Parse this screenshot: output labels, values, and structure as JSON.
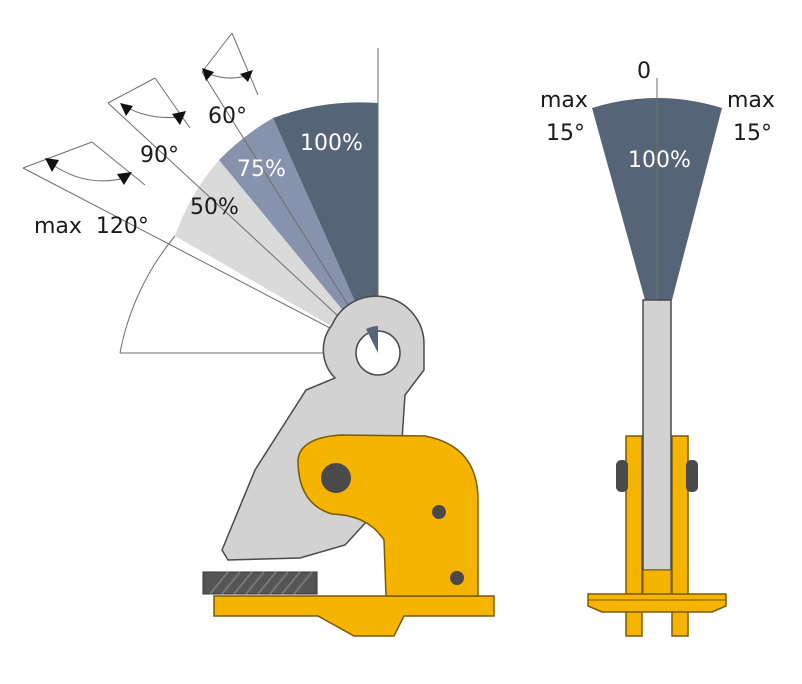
{
  "left_view": {
    "angle_labels": {
      "a60": "60°",
      "a90": "90°",
      "a120": "max  120°"
    },
    "zone_labels": {
      "z100": "100%",
      "z75": "75%",
      "z50": "50%"
    }
  },
  "right_view": {
    "top_label": "0",
    "left_max": "max",
    "left_deg": "15°",
    "right_max": "max",
    "right_deg": "15°",
    "zone_label": "100%"
  },
  "colors": {
    "zone_100": "#566478",
    "zone_75": "#8793ad",
    "zone_50": "#dadada",
    "clamp_yellow": "#f5b400",
    "jaw_gray": "#d2d2d2",
    "plate": "#555555",
    "pin": "#4a4a4a"
  }
}
